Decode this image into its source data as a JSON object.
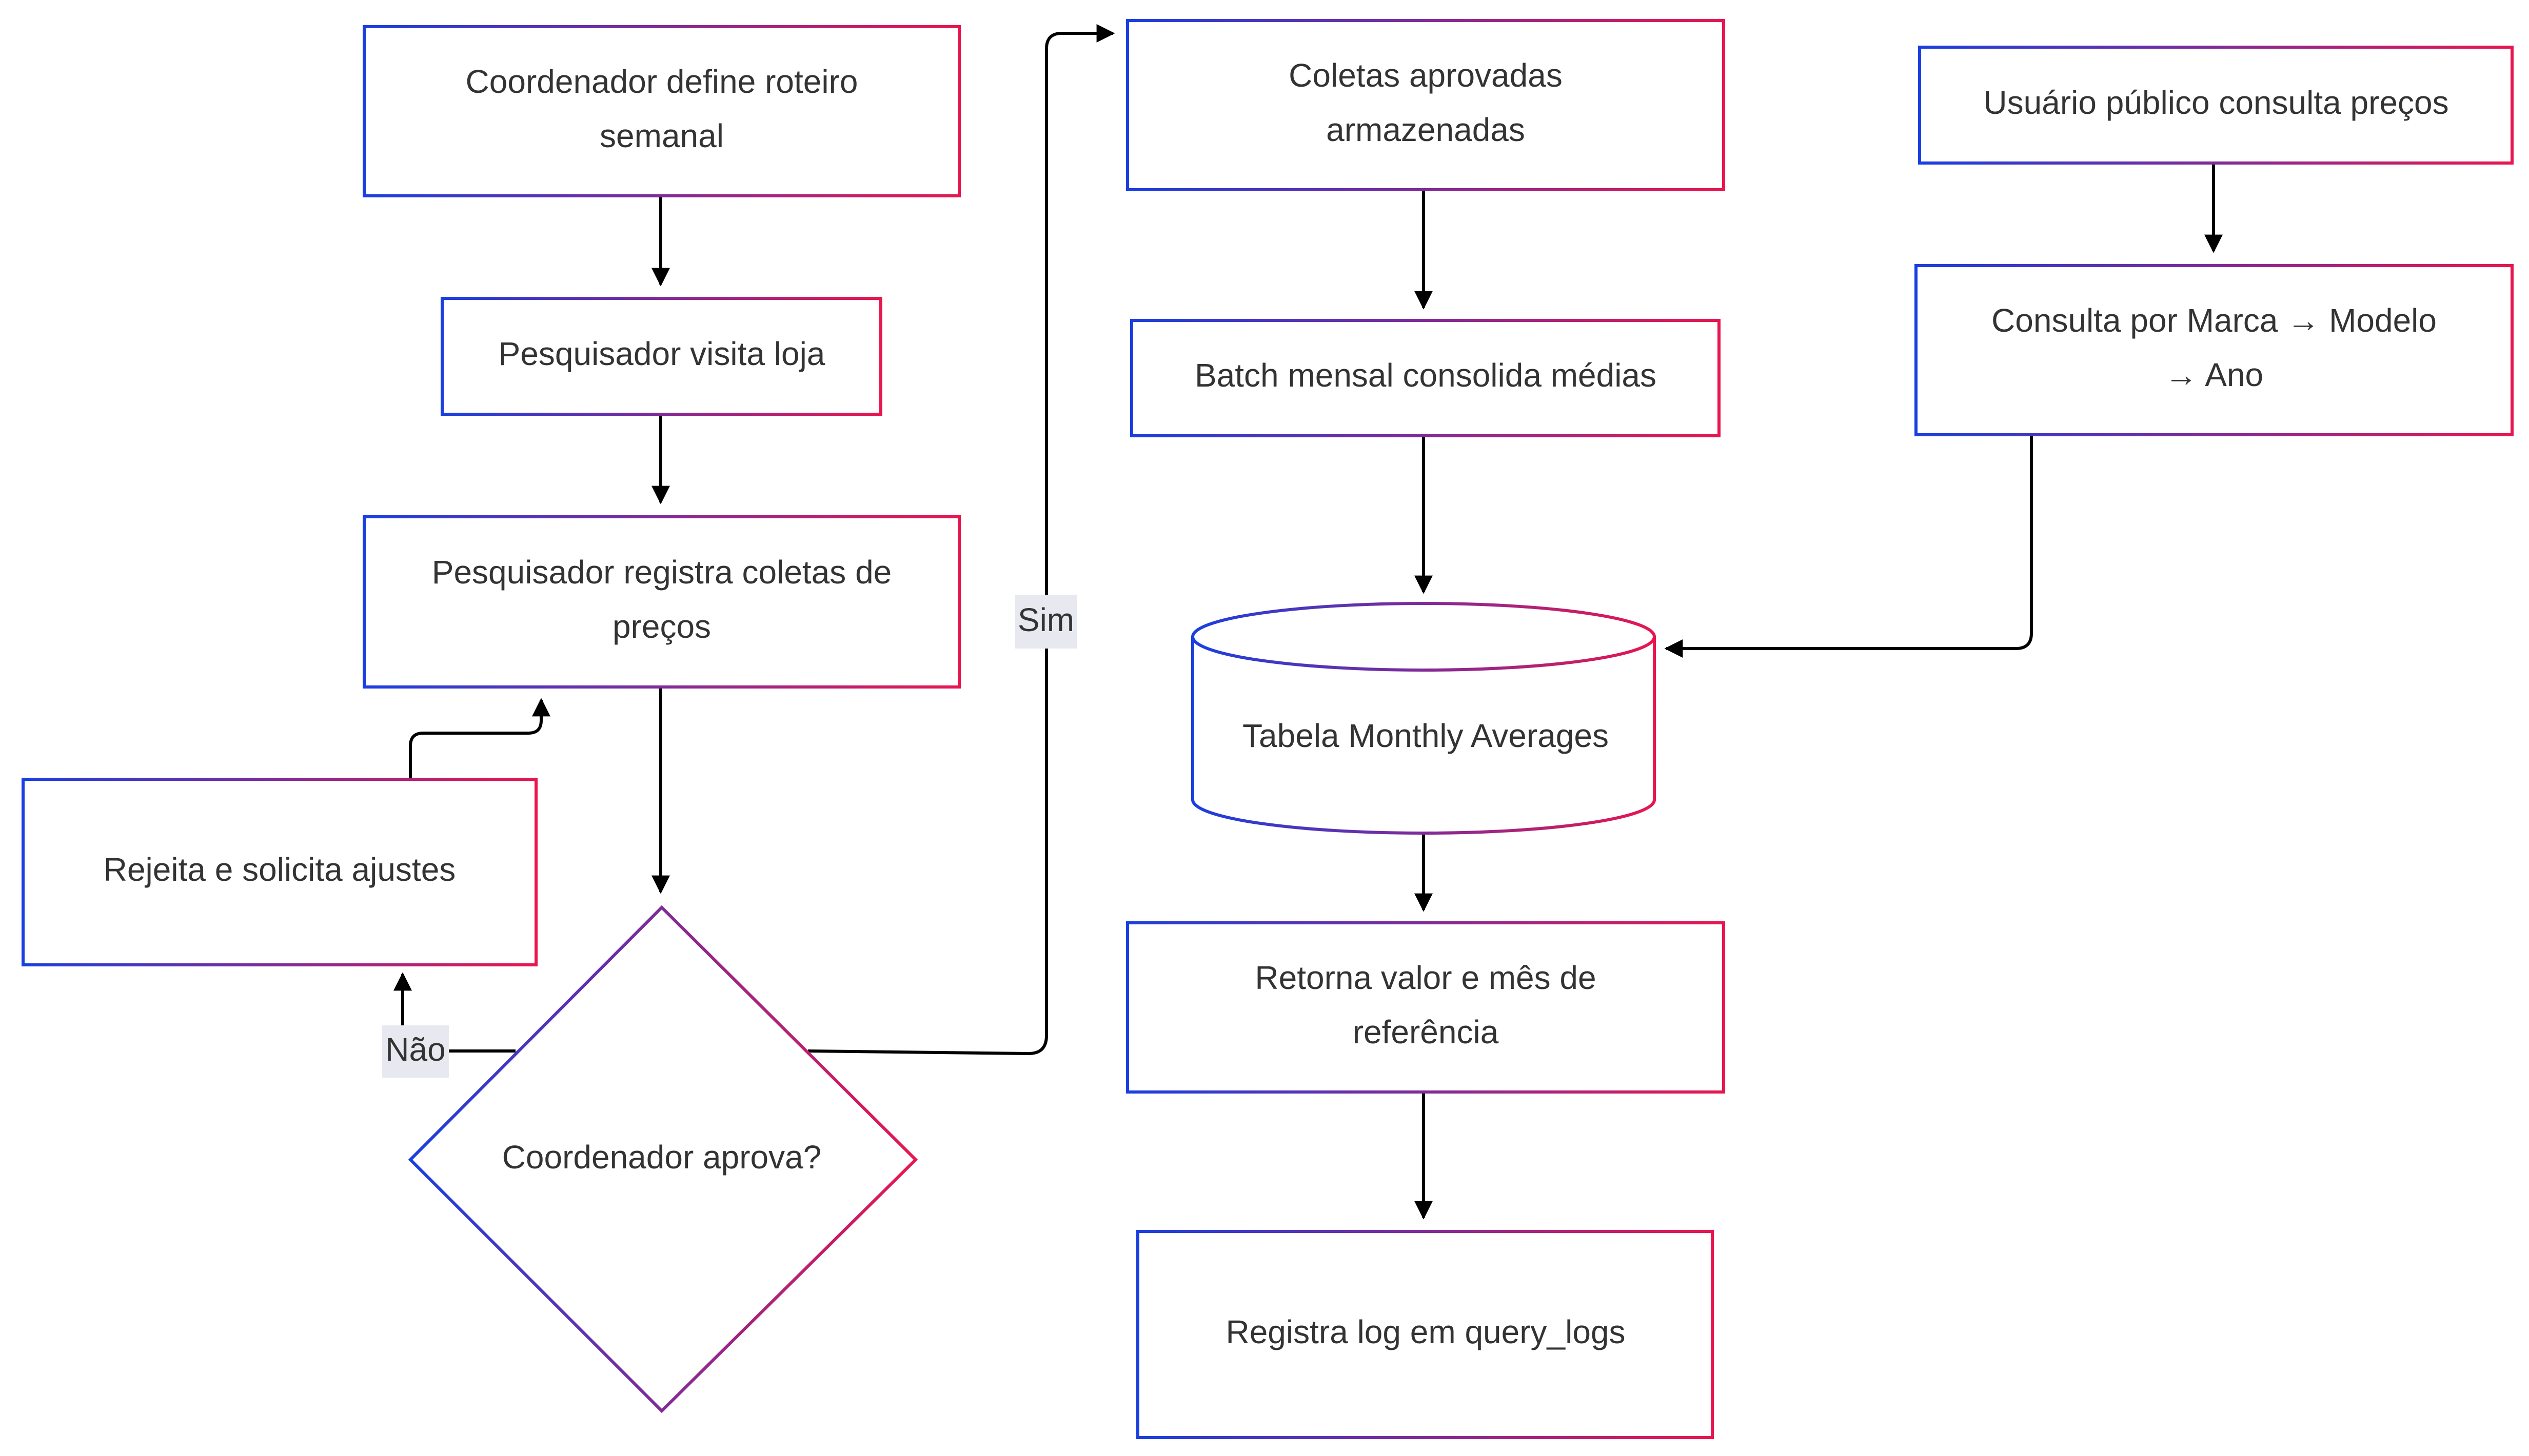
{
  "nodes": {
    "coord_roteiro": {
      "lines": [
        "Coordenador define roteiro",
        "semanal"
      ]
    },
    "pesq_visita": {
      "lines": [
        "Pesquisador visita loja"
      ]
    },
    "pesq_registra": {
      "lines": [
        "Pesquisador registra coletas de",
        "preços"
      ]
    },
    "rejeita": {
      "lines": [
        "Rejeita e solicita ajustes"
      ]
    },
    "coord_aprova": {
      "lines": [
        "Coordenador aprova?"
      ]
    },
    "coletas_aprovadas": {
      "lines": [
        "Coletas aprovadas",
        "armazenadas"
      ]
    },
    "batch_mensal": {
      "lines": [
        "Batch mensal consolida médias"
      ]
    },
    "tabela_monthly": {
      "lines": [
        "Tabela Monthly Averages"
      ]
    },
    "retorna_valor": {
      "lines": [
        "Retorna valor e mês de",
        "referência"
      ]
    },
    "registra_log": {
      "lines": [
        "Registra log em query_logs"
      ]
    },
    "usuario_publico": {
      "lines": [
        "Usuário público consulta preços"
      ]
    },
    "consulta_marca": {
      "lines": [
        "Consulta por Marca → Modelo",
        "→ Ano"
      ]
    }
  },
  "edge_labels": {
    "sim": "Sim",
    "nao": "Não"
  },
  "colors": {
    "gradient_start": "#1a3fe0",
    "gradient_end": "#e8164f",
    "text": "#333333",
    "edge": "#000000",
    "label_bg": "#e8e8f0"
  }
}
